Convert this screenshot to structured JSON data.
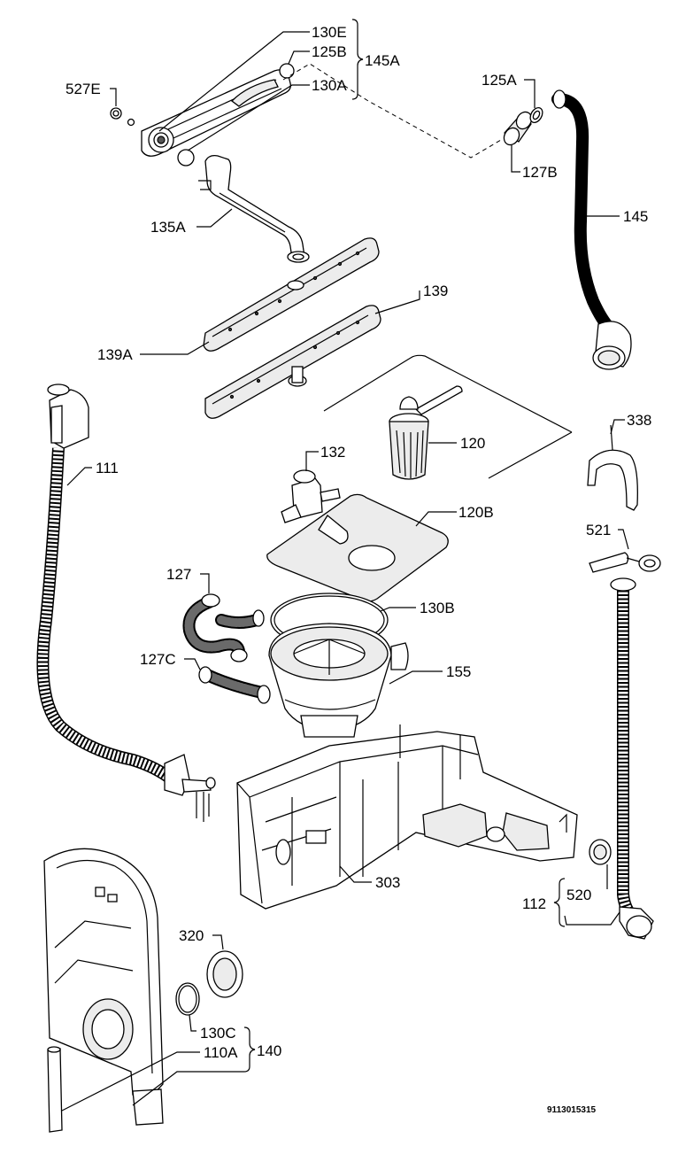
{
  "labels": {
    "l_130e": {
      "main": "130",
      "sub": "E"
    },
    "l_125b": {
      "main": "125",
      "sub": "B"
    },
    "l_145a": {
      "main": "145",
      "sub": "A"
    },
    "l_130a": {
      "main": "130",
      "sub": "A"
    },
    "l_527e": {
      "main": "527",
      "sub": "E"
    },
    "l_125a": {
      "main": "125",
      "sub": "A"
    },
    "l_127b": {
      "main": "127",
      "sub": "B"
    },
    "l_135a": {
      "main": "135",
      "sub": "A"
    },
    "l_145": {
      "main": "145",
      "sub": ""
    },
    "l_139": {
      "main": "139",
      "sub": ""
    },
    "l_139a": {
      "main": "139",
      "sub": "A"
    },
    "l_111": {
      "main": "111",
      "sub": ""
    },
    "l_120": {
      "main": "120",
      "sub": ""
    },
    "l_338": {
      "main": "338",
      "sub": ""
    },
    "l_132": {
      "main": "132",
      "sub": ""
    },
    "l_120b": {
      "main": "120",
      "sub": "B"
    },
    "l_521": {
      "main": "521",
      "sub": ""
    },
    "l_127": {
      "main": "127",
      "sub": ""
    },
    "l_130b": {
      "main": "130",
      "sub": "B"
    },
    "l_127c": {
      "main": "127",
      "sub": "C"
    },
    "l_155": {
      "main": "155",
      "sub": ""
    },
    "l_303": {
      "main": "303",
      "sub": ""
    },
    "l_112": {
      "main": "112",
      "sub": ""
    },
    "l_520": {
      "main": "520",
      "sub": ""
    },
    "l_320": {
      "main": "320",
      "sub": ""
    },
    "l_130c": {
      "main": "130",
      "sub": "C"
    },
    "l_110a": {
      "main": "110",
      "sub": "A"
    },
    "l_140": {
      "main": "140",
      "sub": ""
    }
  },
  "diagram_code": "9113015315"
}
